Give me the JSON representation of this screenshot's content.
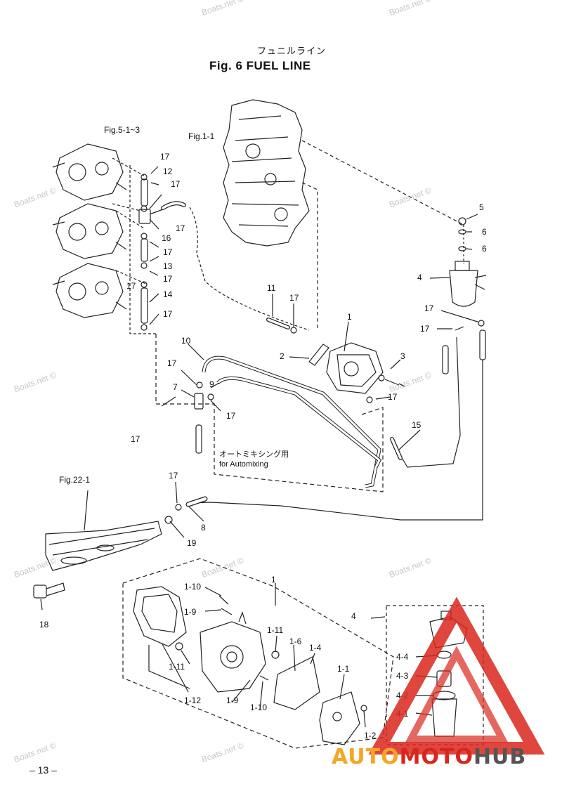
{
  "header": {
    "jp_title": "フュニルライン",
    "fig_title": "Fig. 6    FUEL LINE"
  },
  "refs": {
    "fig_5": "Fig.5-1~3",
    "fig_1": "Fig.1-1",
    "fig_22": "Fig.22-1"
  },
  "note": {
    "jp": "オートミキシング用",
    "en": "for Automixing"
  },
  "callouts": [
    "17",
    "12",
    "17",
    "16",
    "17",
    "17",
    "13",
    "17",
    "17",
    "14",
    "17",
    "11",
    "17",
    "1",
    "2",
    "3",
    "5",
    "6",
    "6",
    "4",
    "17",
    "17",
    "10",
    "9",
    "17",
    "7",
    "17",
    "17",
    "17",
    "15",
    "17",
    "17",
    "8",
    "19",
    "18",
    "1",
    "1-10",
    "1-9",
    "1-11",
    "1-6",
    "1-4",
    "1-11",
    "1-12",
    "1-9",
    "1-10",
    "1-1",
    "1-2",
    "4",
    "4-4",
    "4-3",
    "4-2",
    "4-1"
  ],
  "watermark": "Boats.net ©",
  "page_number": "– 13 –",
  "brand": {
    "part1": "AUTO",
    "part2": "MOTO",
    "part3": "HUB",
    "color_orange": "#f5a623",
    "color_red": "#d9261c",
    "color_dark": "#555555"
  }
}
